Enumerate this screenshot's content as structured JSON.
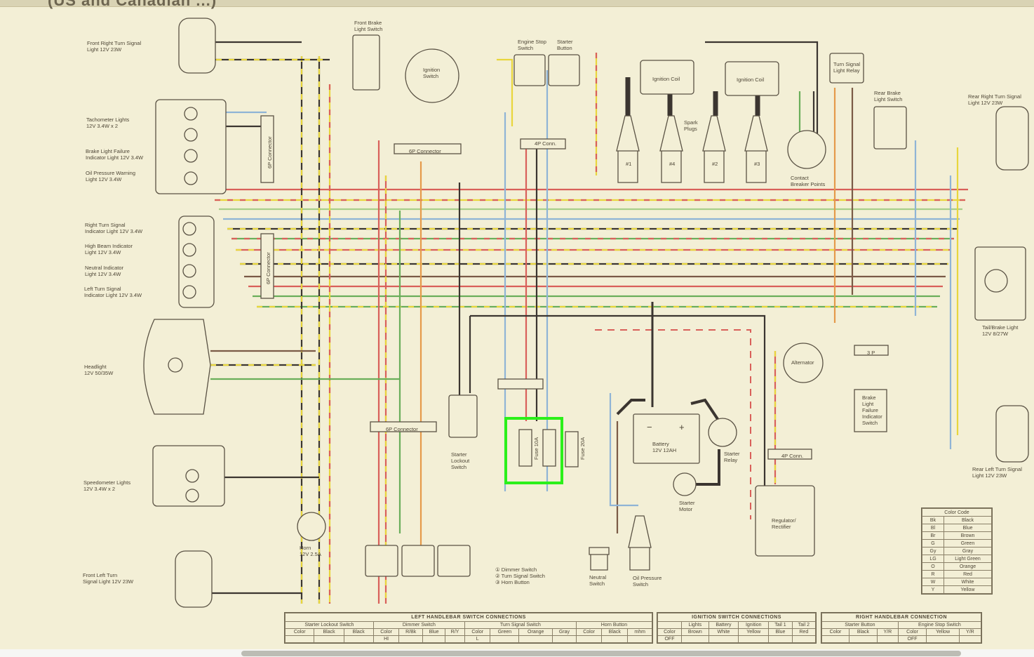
{
  "title_fragment": "(US and Canadian ...)",
  "components": {
    "front_right_turn": "Front Right Turn Signal\nLight 12V 23W",
    "front_brake_switch": "Front Brake\nLight Switch",
    "ignition_switch": "Ignition\nSwitch",
    "engine_stop_switch": "Engine Stop\nSwitch",
    "starter_button": "Starter\nButton",
    "ignition_coil_1": "Ignition Coil",
    "ignition_coil_2": "Ignition Coil",
    "spark_plugs": "Spark\nPlugs",
    "plug_1": "#1",
    "plug_4": "#4",
    "plug_2": "#2",
    "plug_3": "#3",
    "contact_breaker": "Contact\nBreaker Points",
    "turn_signal_relay": "Turn Signal\nLight Relay",
    "rear_brake_switch": "Rear Brake\nLight Switch",
    "rear_right_turn": "Rear Right Turn Signal\nLight 12V 23W",
    "tachometer_lights": "Tachometer Lights\n12V 3.4W x 2",
    "brake_failure_light": "Brake Light Failure\nIndicator Light 12V 3.4W",
    "oil_pressure_light": "Oil Pressure Warning\nLight 12V 3.4W",
    "right_turn_indicator": "Right Turn Signal\nIndicator Light 12V 3.4W",
    "high_beam_indicator": "High Beam Indicator\nLight 12V 3.4W",
    "neutral_indicator": "Neutral Indicator\nLight 12V 3.4W",
    "left_turn_indicator": "Left Turn Signal\nIndicator Light 12V 3.4W",
    "headlight": "Headlight\n12V 50/35W",
    "speedometer_lights": "Speedometer Lights\n12V 3.4W x 2",
    "front_left_turn": "Front Left Turn\nSignal Light 12V 23W",
    "horn": "Horn\n12V 2.5A",
    "starter_lockout": "Starter\nLockout\nSwitch",
    "fuse_10a": "Fuse 10A",
    "fuse_20a": "Fuse 20A",
    "battery": "Battery\n12V 12AH",
    "battery_minus": "−",
    "battery_plus": "+",
    "starter_relay": "Starter\nRelay",
    "starter_motor": "Starter\nMotor",
    "alternator": "Alternator",
    "regulator": "Regulator/\nRectifier",
    "neutral_switch": "Neutral\nSwitch",
    "oil_pressure_switch": "Oil Pressure\nSwitch",
    "tail_brake_light": "Tail/Brake Light\n12V 8/27W",
    "brake_failure_switch": "Brake\nLight\nFailure\nIndicator\nSwitch",
    "rear_left_turn": "Rear Left Turn Signal\nLight 12V 23W",
    "switch_legend": "① Dimmer Switch\n② Turn Signal Switch\n③ Horn Button"
  },
  "connectors": {
    "6p_vertical_1": "6P Connector",
    "6p_vertical_2": "6P Connector",
    "6p_top": "6P Connector",
    "6p_bottom": "6P Connector",
    "4p_top": "4P Conn.",
    "4p_bottom": "4P Conn.",
    "3p": "3 P"
  },
  "color_code": {
    "title": "Color Code",
    "rows": [
      [
        "Bk",
        "Black"
      ],
      [
        "Bl",
        "Blue"
      ],
      [
        "Br",
        "Brown"
      ],
      [
        "G",
        "Green"
      ],
      [
        "Gy",
        "Gray"
      ],
      [
        "LG",
        "Light Green"
      ],
      [
        "O",
        "Orange"
      ],
      [
        "R",
        "Red"
      ],
      [
        "W",
        "White"
      ],
      [
        "Y",
        "Yellow"
      ]
    ]
  },
  "tables": {
    "left_handlebar": {
      "title": "LEFT HANDLEBAR SWITCH CONNECTIONS",
      "groups": [
        "Starter Lockout Switch",
        "Dimmer Switch",
        "Turn Signal Switch",
        "Horn Button"
      ],
      "headers": [
        "Color",
        "Black",
        "Black",
        "Color",
        "R/Bk",
        "Blue",
        "R/Y",
        "Color",
        "Green",
        "Orange",
        "Gray",
        "Color",
        "Black",
        "mhm"
      ],
      "partial_row": [
        "",
        "",
        "",
        "HI",
        "",
        "",
        "",
        "L",
        "",
        "",
        "",
        "",
        "",
        ""
      ]
    },
    "ignition": {
      "title": "IGNITION SWITCH CONNECTIONS",
      "groups": [
        "",
        "Lights",
        "Battery",
        "Ignition",
        "Tail 1",
        "Tail 2"
      ],
      "headers": [
        "Color",
        "Brown",
        "White",
        "Yellow",
        "Blue",
        "Red"
      ],
      "partial_row": [
        "OFF",
        "",
        "",
        "",
        "",
        ""
      ]
    },
    "right_handlebar": {
      "title": "RIGHT HANDLEBAR CONNECTION",
      "groups": [
        "Starter Button",
        "Engine Stop Switch"
      ],
      "headers": [
        "Color",
        "Black",
        "Y/R",
        "Color",
        "Yellow",
        "Y/R"
      ],
      "partial_row": [
        "",
        "",
        "",
        "OFF",
        "",
        ""
      ]
    }
  },
  "highlight_color": "#2bf01a",
  "wire_colors": {
    "black": "#3b3530",
    "brown": "#7a5a46",
    "red": "#d9605a",
    "yellow": "#e8d63c",
    "blue": "#8fb4d6",
    "green": "#6aae5a",
    "lightgreen": "#a8cf8a",
    "orange": "#e59a4a",
    "gray": "#a39d92",
    "white": "#f3efd6"
  }
}
